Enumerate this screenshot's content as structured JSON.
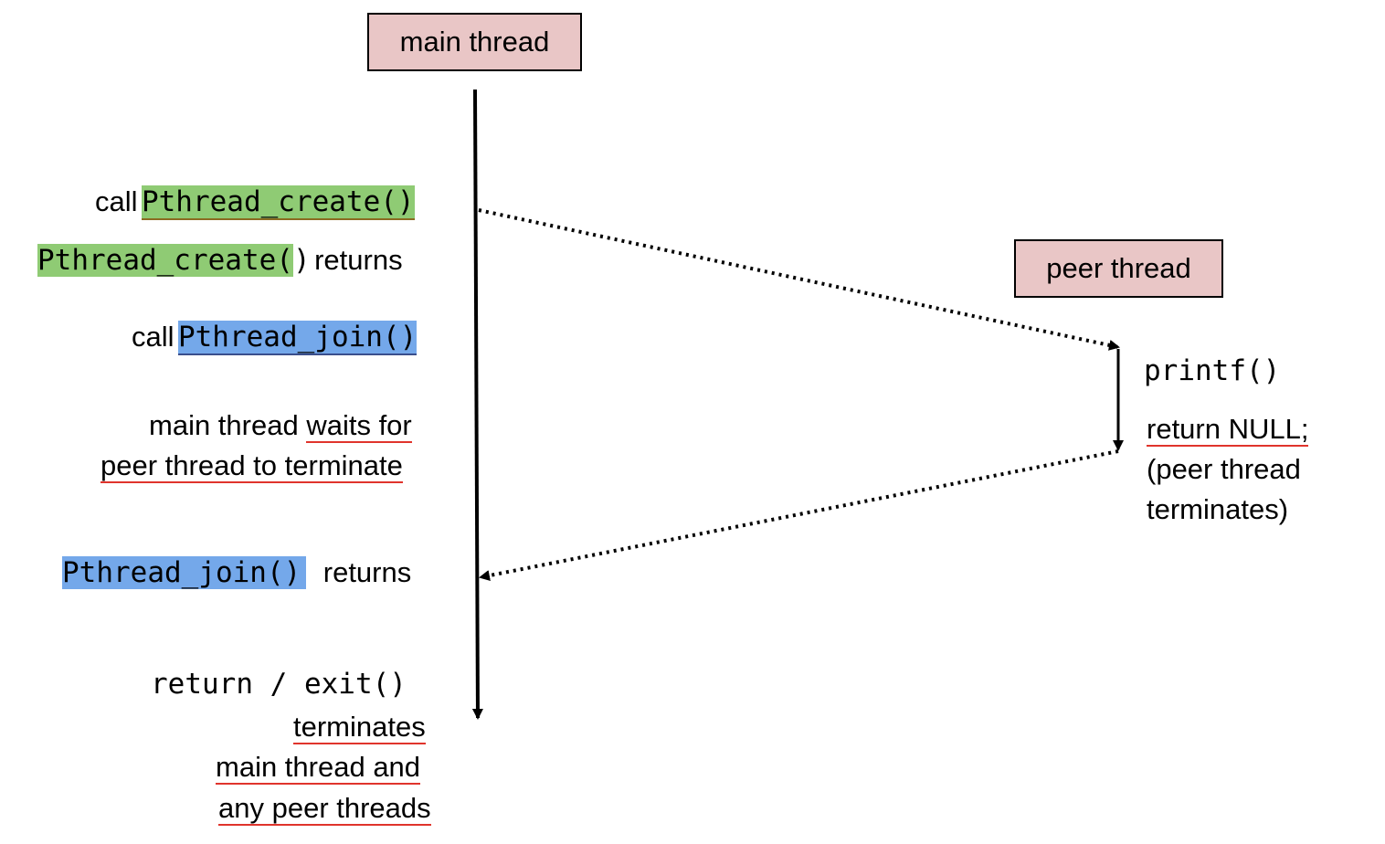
{
  "boxes": {
    "main_thread": "main thread",
    "peer_thread": "peer thread"
  },
  "main_labels": {
    "call_create_prefix": "call",
    "call_create_fn": "Pthread_create()",
    "create_returns_fn_a": "Pthread_create(",
    "create_returns_fn_b": ")",
    "create_returns_suffix": "returns",
    "call_join_prefix": "call",
    "call_join_fn": "Pthread_join()",
    "waits_a": "main thread ",
    "waits_b": "waits for",
    "waits_line2": "peer  thread to terminate",
    "join_returns_fn": "Pthread_join()",
    "join_returns_suffix": "returns",
    "return_exit": "return / exit()",
    "terminates_1": "terminates",
    "terminates_2": "main thread and",
    "terminates_3": "any peer threads"
  },
  "peer_labels": {
    "printf": "printf()",
    "return_null": "return NULL;",
    "peer_term_1": "(peer thread",
    "peer_term_2": "terminates)"
  },
  "colors": {
    "box_fill": "#e9c6c6",
    "create_highlight": "#8fcb74",
    "join_highlight": "#74a8ea",
    "underline": "#e0342c"
  }
}
